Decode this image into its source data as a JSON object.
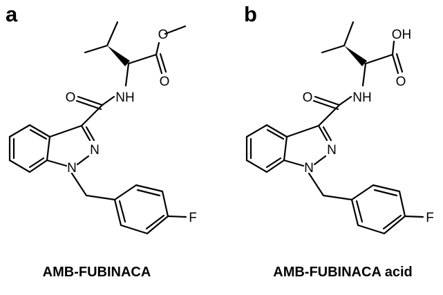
{
  "figure": {
    "panels": [
      {
        "letter": "a",
        "compound_name": "AMB-FUBINACA",
        "atoms": {
          "ester_o": "O",
          "carbonyl_o1": "O",
          "amide_o": "O",
          "nh": "NH",
          "n2": "N",
          "n1": "N",
          "f": "F"
        }
      },
      {
        "letter": "b",
        "compound_name": "AMB-FUBINACA acid",
        "atoms": {
          "oh": "OH",
          "carbonyl_o1": "O",
          "amide_o": "O",
          "nh": "NH",
          "n2": "N",
          "n1": "N",
          "f": "F"
        }
      }
    ]
  }
}
